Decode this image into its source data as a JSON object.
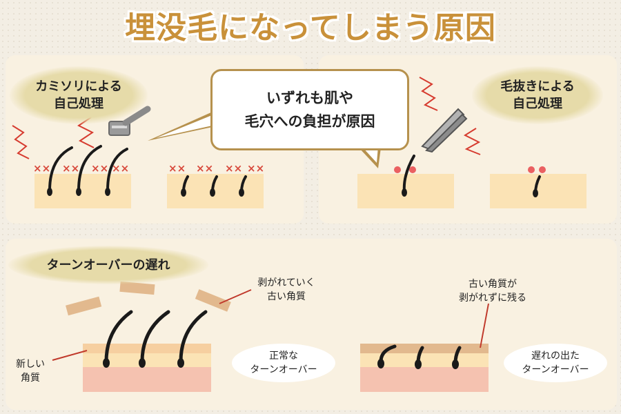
{
  "title": "埋没毛になってしまう原因",
  "razor": {
    "label_line1": "カミソリによる",
    "label_line2": "自己処理"
  },
  "tweezers": {
    "label_line1": "毛抜きによる",
    "label_line2": "自己処理"
  },
  "speech": {
    "line1": "いずれも肌や",
    "line2": "毛穴への負担が原因"
  },
  "turnover": {
    "label": "ターンオーバーの遅れ",
    "peeling_line1": "剥がれていく",
    "peeling_line2": "古い角質",
    "new_line1": "新しい",
    "new_line2": "角質",
    "normal_line1": "正常な",
    "normal_line2": "ターンオーバー",
    "remaining_line1": "古い角質が",
    "remaining_line2": "剥がれずに残る",
    "delayed_line1": "遅れの出た",
    "delayed_line2": "ターンオーバー"
  },
  "colors": {
    "title": "#c9913a",
    "skin": "#fbe3b5",
    "skin_layer": "#f6cfa0",
    "skin_deep": "#f5c2b0",
    "cross": "#d84a3c",
    "zigzag": "#d63b2f",
    "hair": "#1a1a1a",
    "flake": "#e2b98e",
    "bubble_border": "#b6914d",
    "pointer": "#c0392b"
  }
}
